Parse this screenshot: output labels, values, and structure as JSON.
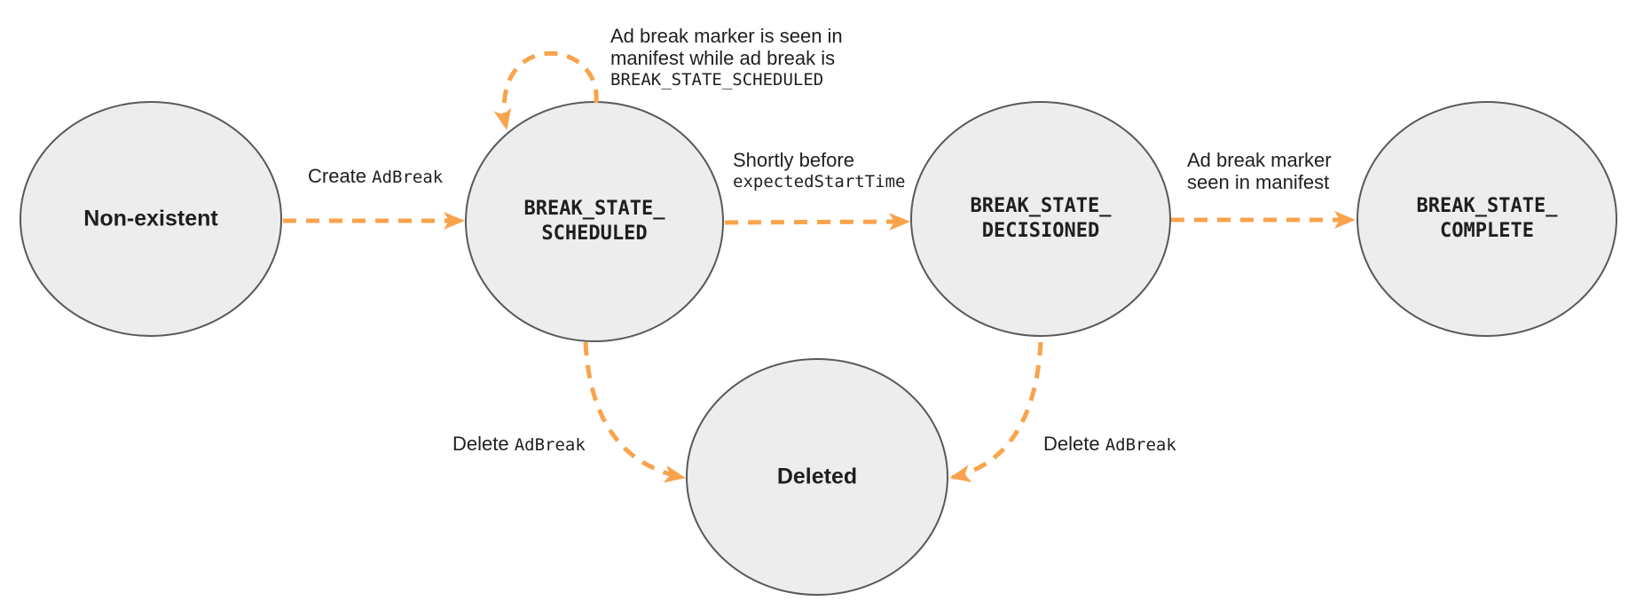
{
  "colors": {
    "arrow": "#F9A34C",
    "node_fill": "#EDEDEE",
    "node_border": "#58595B",
    "text": "#1F1F1F"
  },
  "states": {
    "non_existent": {
      "label": "Non-existent"
    },
    "scheduled": {
      "line1": "BREAK_STATE_",
      "line2": "SCHEDULED"
    },
    "decisioned": {
      "line1": "BREAK_STATE_",
      "line2": "DECISIONED"
    },
    "complete": {
      "line1": "BREAK_STATE_",
      "line2": "COMPLETE"
    },
    "deleted": {
      "label": "Deleted"
    }
  },
  "transitions": {
    "create": {
      "text": "Create ",
      "code": "AdBreak"
    },
    "marker_seen_loop": {
      "line1": "Ad break marker is seen in",
      "line2": "manifest while ad break is",
      "code": "BREAK_STATE_SCHEDULED"
    },
    "shortly_before": {
      "text": "Shortly before",
      "code": "expectedStartTime"
    },
    "marker_seen": {
      "line1": "Ad break marker",
      "line2": "seen in manifest"
    },
    "delete_scheduled": {
      "text": "Delete ",
      "code": "AdBreak"
    },
    "delete_decisioned": {
      "text": "Delete ",
      "code": "AdBreak"
    }
  }
}
